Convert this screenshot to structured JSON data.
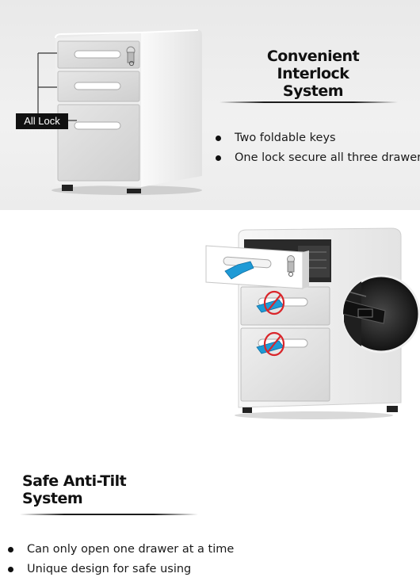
{
  "interlock": {
    "title_line1": "Convenient Interlock",
    "title_line2": "System",
    "callout": "All Lock",
    "bullets": [
      "Two foldable keys",
      "One lock secure all three drawers"
    ]
  },
  "anti_tilt": {
    "title": "Safe Anti-Tilt System",
    "bullets": [
      "Can only open one drawer at a time",
      "Unique design for safe using"
    ]
  },
  "colors": {
    "cabinet_body": "#f4f4f4",
    "drawer_face": "#d8d8d8",
    "arrow_blue": "#1e9ad6",
    "prohibit_red": "#d9262b"
  }
}
